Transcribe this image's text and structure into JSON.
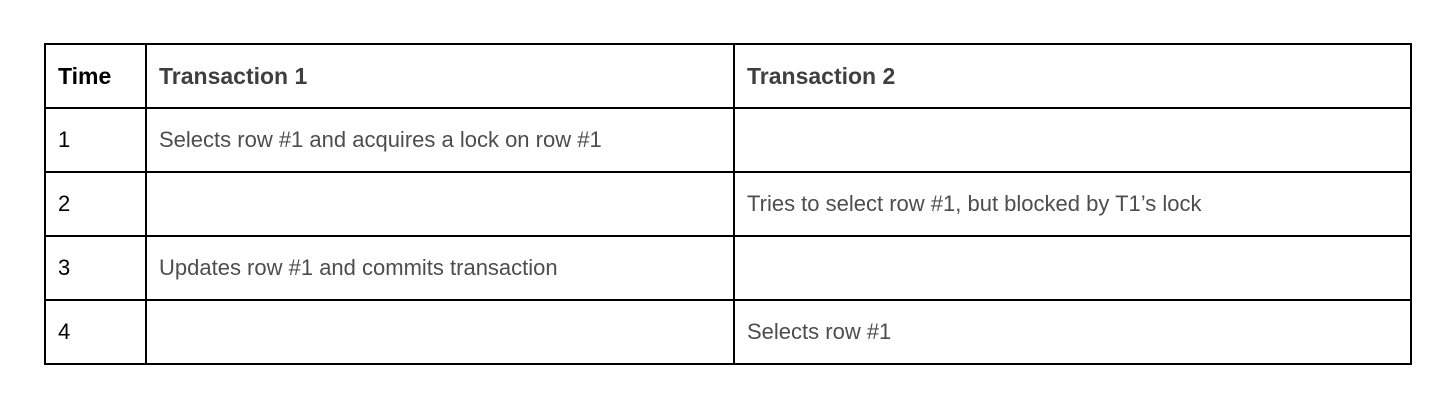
{
  "colors": {
    "background": "#ffffff",
    "table_border": "#000000",
    "time_text": "#000000",
    "header_text": "#3f3f3f",
    "body_text": "#4d4d4d"
  },
  "table": {
    "columns": [
      {
        "label": "Time"
      },
      {
        "label": "Transaction 1"
      },
      {
        "label": "Transaction 2"
      }
    ],
    "rows": [
      {
        "time": "1",
        "transaction_1": "Selects row #1 and acquires a lock on row #1",
        "transaction_2": ""
      },
      {
        "time": "2",
        "transaction_1": "",
        "transaction_2": "Tries to select row #1, but blocked by T1’s lock"
      },
      {
        "time": "3",
        "transaction_1": "Updates row #1 and commits transaction",
        "transaction_2": ""
      },
      {
        "time": "4",
        "transaction_1": "",
        "transaction_2": "Selects row #1"
      }
    ]
  }
}
